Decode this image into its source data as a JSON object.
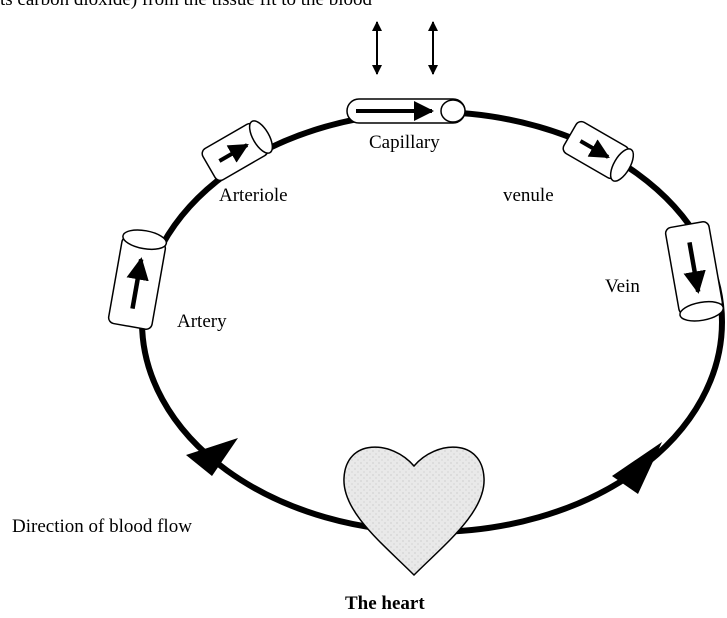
{
  "caption_top": "ts carbon dioxide) from the tissue fit to the blood",
  "labels": {
    "capillary": "Capillary",
    "arteriole": "Arteriole",
    "venule": "venule",
    "vein": "Vein",
    "artery": "Artery",
    "direction": "Direction of blood flow",
    "heart": "The heart"
  },
  "colors": {
    "line": "#000000",
    "vessel_fill": "#ffffff",
    "heart_fill": "#e6e6e6"
  }
}
